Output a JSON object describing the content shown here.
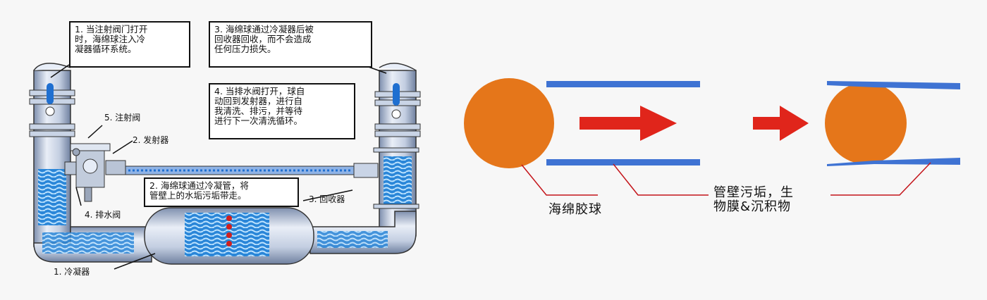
{
  "system_diagram": {
    "notes": [
      "1. 当注射阀门打开\n时，海绵球注入冷\n凝器循环系统。",
      "3. 海绵球通过冷凝器后被\n回收器回收，而不会造成\n任何压力损失。",
      "4. 当排水阀打开，球自\n动回到发射器，进行自\n我清洗、排污，并等待\n进行下一次清洗循环。",
      "2. 海绵球通过冷凝管，将\n管壁上的水垢污垢带走。"
    ],
    "labels": {
      "injection_valve": "5. 注射阀",
      "launcher": "2. 发射器",
      "drain_valve": "4.  排水阀",
      "collector": "3. 回收器",
      "condenser": "1.  冷凝器"
    }
  },
  "ball_diagram": {
    "ball_label": "海绵胶球",
    "deposit_label": "管壁污垢，生\n物膜&沉积物"
  },
  "colors": {
    "ball": "#e5761a",
    "pipe_wall": "#3f73d3",
    "arrow": "#e0251b",
    "leader": "#c4141a",
    "pipe_body": "#c7d3e6",
    "water": "#2a86d8"
  }
}
